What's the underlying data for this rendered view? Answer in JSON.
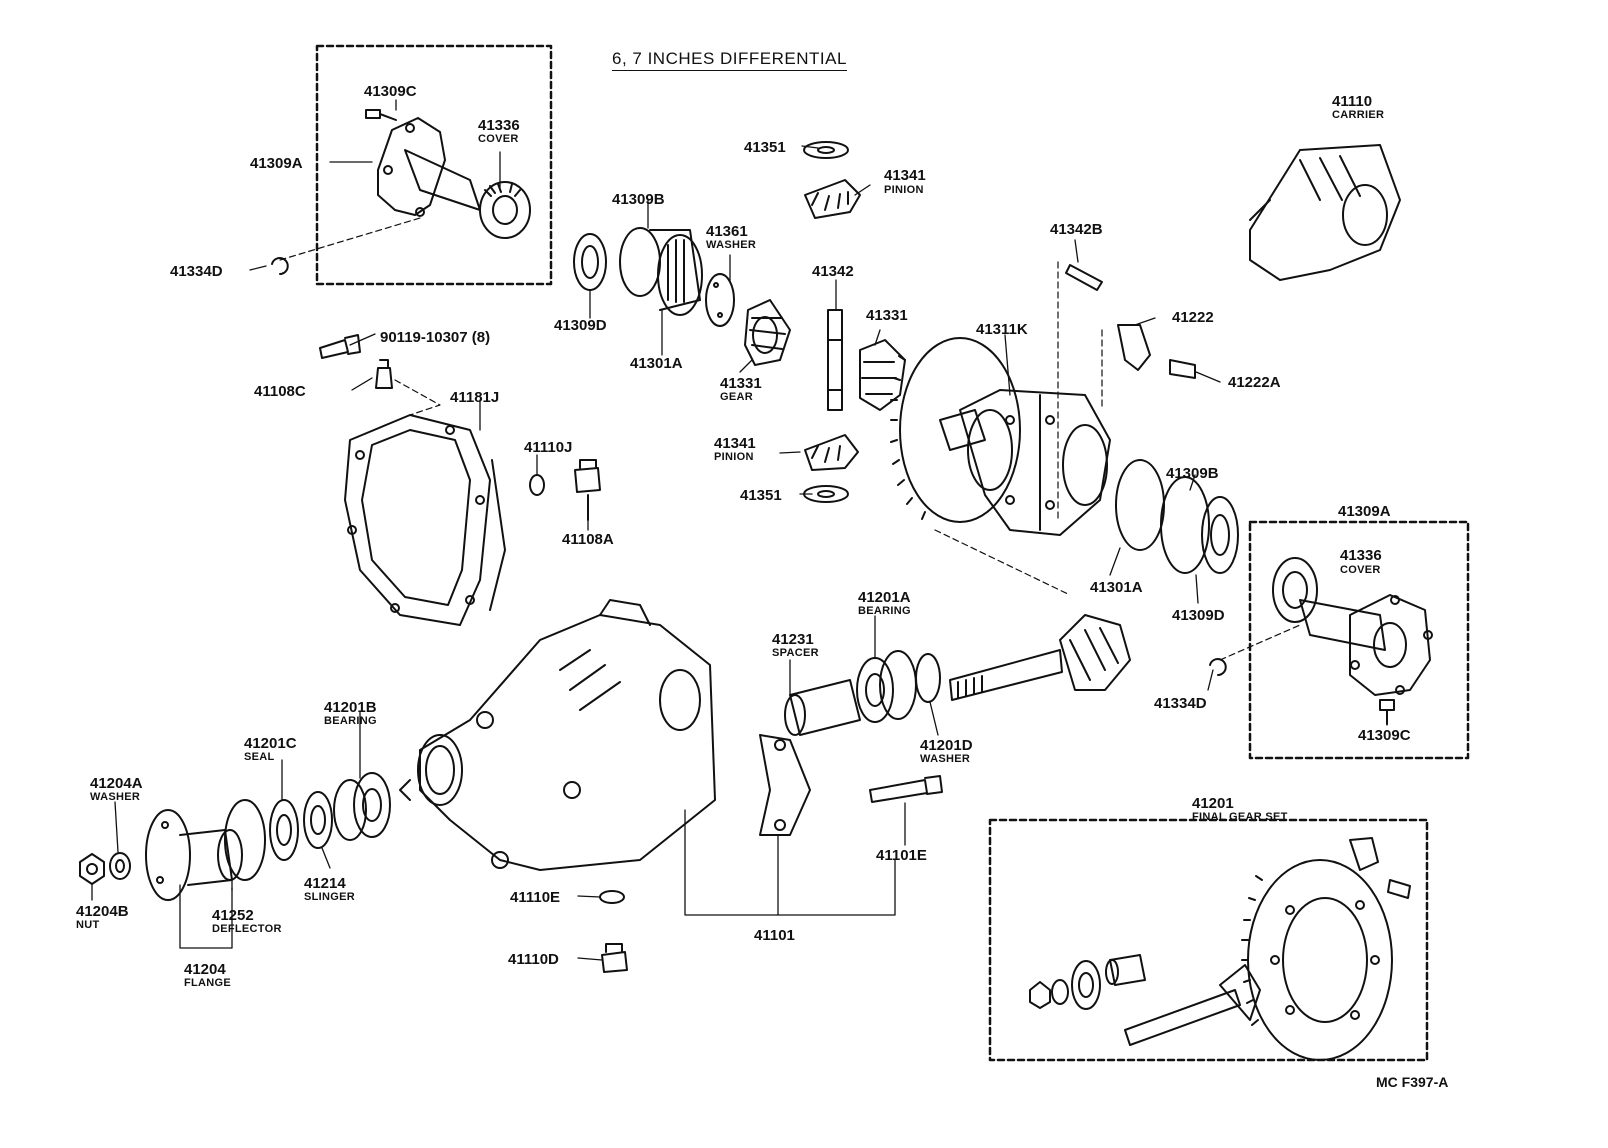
{
  "title": "6, 7 INCHES DIFFERENTIAL",
  "figure_code": "MC  F397-A",
  "parts": {
    "p41309C_top": "41309C",
    "p41336_top": "41336",
    "cover_top": "COVER",
    "p41309A_left": "41309A",
    "p41334D_left": "41334D",
    "p41309B_top": "41309B",
    "p41309D_top": "41309D",
    "p41301A_top": "41301A",
    "p41351_top": "41351",
    "p41341_top": "41341",
    "pinion_top": "PINION",
    "p41361": "41361",
    "washer_41361": "WASHER",
    "p41342": "41342",
    "p41331_gear": "41331",
    "gear_label": "GEAR",
    "p41331_side": "41331",
    "p41341_low": "41341",
    "pinion_low": "PINION",
    "p41351_low": "41351",
    "p41110": "41110",
    "carrier": "CARRIER",
    "p41342B": "41342B",
    "p41222": "41222",
    "p41222A": "41222A",
    "p41311K": "41311K",
    "p90119": "90119-10307 (8)",
    "p41108C": "41108C",
    "p41181J": "41181J",
    "p41110J": "41110J",
    "p41108A": "41108A",
    "p41309B_right": "41309B",
    "p41301A_right": "41301A",
    "p41309D_right": "41309D",
    "p41309A_right": "41309A",
    "p41336_right": "41336",
    "cover_right": "COVER",
    "p41334D_right": "41334D",
    "p41309C_right": "41309C",
    "p41201A": "41201A",
    "bearing_41201A": "BEARING",
    "p41231": "41231",
    "spacer": "SPACER",
    "p41201D": "41201D",
    "washer_41201D": "WASHER",
    "p41201B": "41201B",
    "bearing_41201B": "BEARING",
    "p41201C": "41201C",
    "seal": "SEAL",
    "p41204A": "41204A",
    "washer_41204A": "WASHER",
    "p41214": "41214",
    "slinger": "SLINGER",
    "p41252": "41252",
    "deflector": "DEFLECTOR",
    "p41204B": "41204B",
    "nut": "NUT",
    "p41204": "41204",
    "flange": "FLANGE",
    "p41110E": "41110E",
    "p41110D": "41110D",
    "p41101": "41101",
    "p41101E": "41101E",
    "p41201": "41201",
    "final_gear_set": "FINAL GEAR SET"
  }
}
